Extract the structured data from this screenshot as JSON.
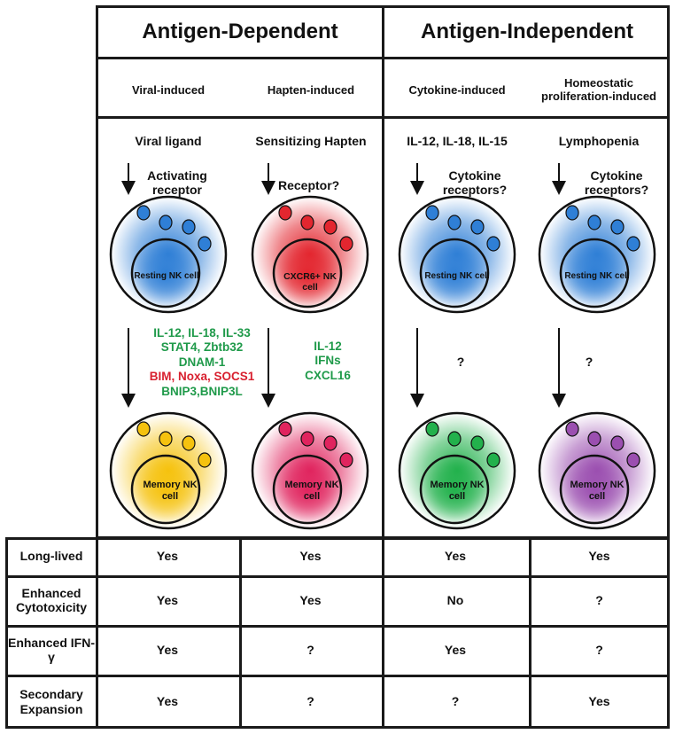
{
  "headers": {
    "dependent": "Antigen-Dependent",
    "independent": "Antigen-Independent"
  },
  "columns": [
    {
      "subtitle": "Viral-induced",
      "ligand": "Viral ligand",
      "receptor": "Activating receptor",
      "resting_cell": "Resting NK cell",
      "resting_color": "#2f7fd6",
      "memory_cell": "Memory NK cell",
      "memory_color": "#f5c20e",
      "factors": [
        {
          "text": "IL-12, IL-18, IL-33",
          "color": "green"
        },
        {
          "text": "STAT4, Zbtb32",
          "color": "green"
        },
        {
          "text": "DNAM-1",
          "color": "green"
        },
        {
          "text": "BIM, Noxa, SOCS1",
          "color": "red"
        },
        {
          "text": "BNIP3,BNIP3L",
          "color": "green"
        }
      ]
    },
    {
      "subtitle": "Hapten-induced",
      "ligand": "Sensitizing Hapten",
      "receptor": "Receptor?",
      "resting_cell": "CXCR6+ NK cell",
      "resting_color": "#e3262f",
      "memory_cell": "Memory NK cell",
      "memory_color": "#e0245e",
      "factors": [
        {
          "text": "IL-12",
          "color": "green"
        },
        {
          "text": "IFNs",
          "color": "green"
        },
        {
          "text": "CXCL16",
          "color": "green"
        }
      ]
    },
    {
      "subtitle": "Cytokine-induced",
      "ligand": "IL-12, IL-18, IL-15",
      "receptor": "Cytokine receptors?",
      "resting_cell": "Resting NK cell",
      "resting_color": "#2f7fd6",
      "memory_cell": "Memory NK cell",
      "memory_color": "#22b14c",
      "factors": [
        {
          "text": "?",
          "color": "black"
        }
      ]
    },
    {
      "subtitle": "Homeostatic proliferation-induced",
      "ligand": "Lymphopenia",
      "receptor": "Cytokine receptors?",
      "resting_cell": "Resting NK cell",
      "resting_color": "#2f7fd6",
      "memory_cell": "Memory NK cell",
      "memory_color": "#9b4fb0",
      "factors": [
        {
          "text": "?",
          "color": "black"
        }
      ]
    }
  ],
  "table": {
    "rows": [
      {
        "label": "Long-lived",
        "values": [
          "Yes",
          "Yes",
          "Yes",
          "Yes"
        ]
      },
      {
        "label": "Enhanced Cytotoxicity",
        "values": [
          "Yes",
          "Yes",
          "No",
          "?"
        ]
      },
      {
        "label": "Enhanced IFN-γ",
        "values": [
          "Yes",
          "?",
          "Yes",
          "?"
        ]
      },
      {
        "label": "Secondary Expansion",
        "values": [
          "Yes",
          "?",
          "?",
          "Yes"
        ]
      }
    ]
  }
}
